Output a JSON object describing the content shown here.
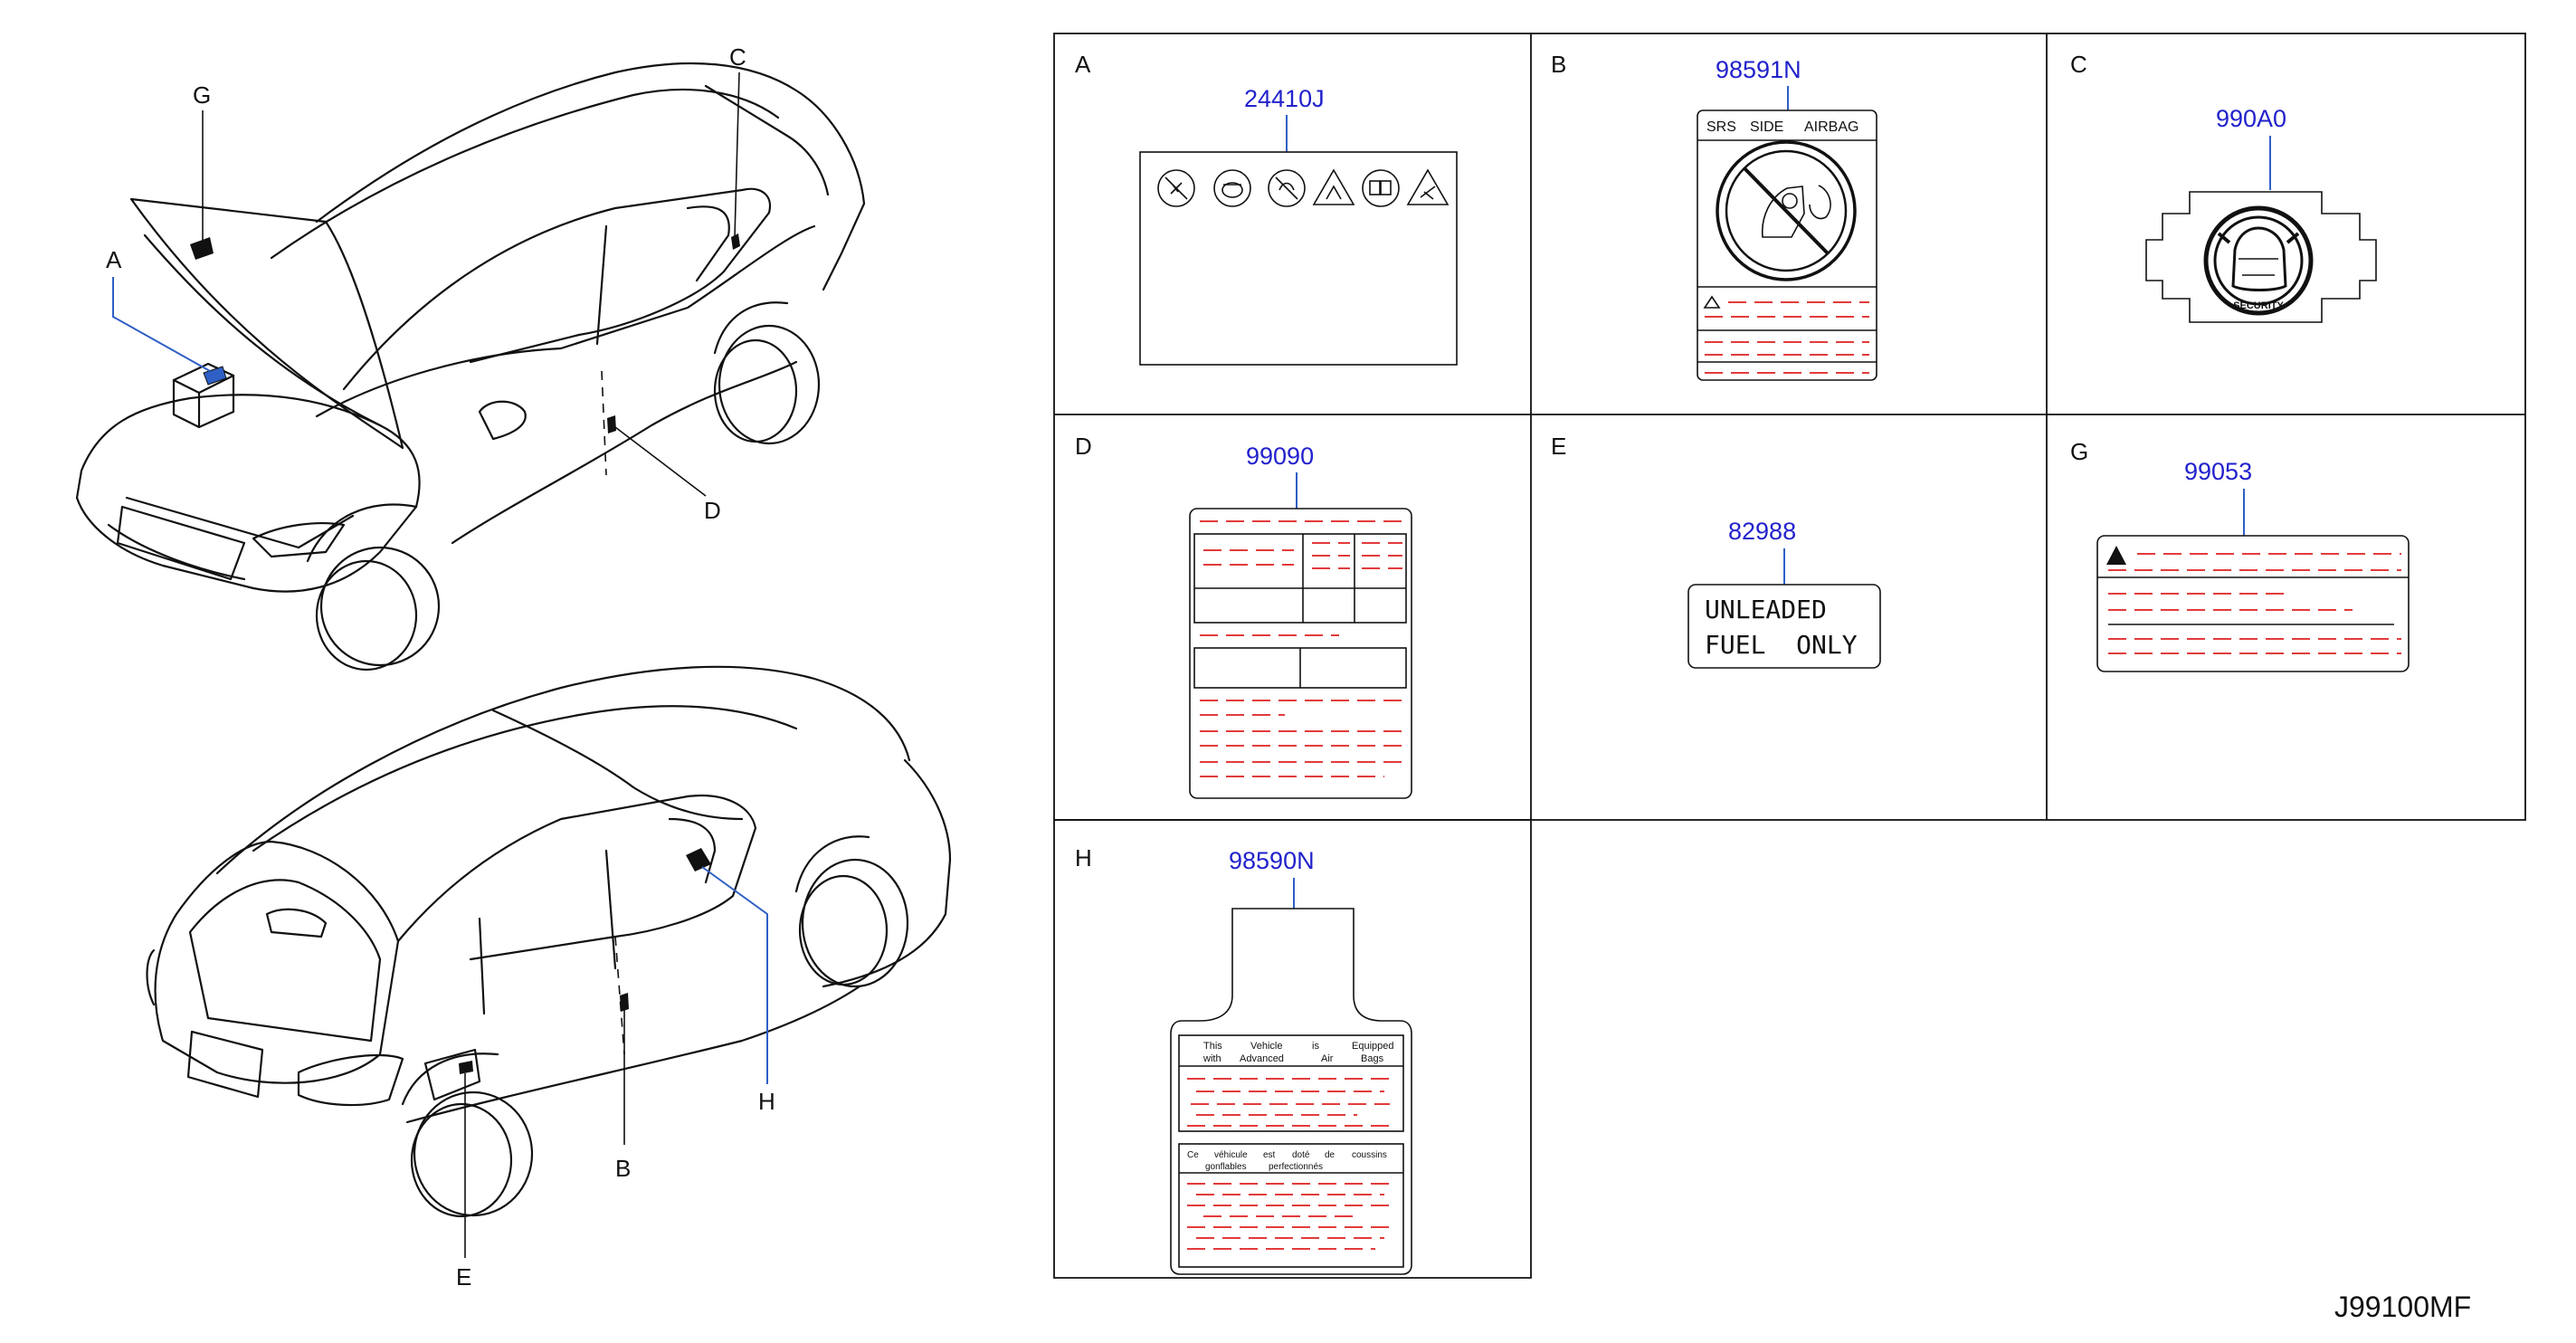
{
  "callouts": {
    "A": "A",
    "B": "B",
    "C": "C",
    "D": "D",
    "E": "E",
    "G": "G",
    "H": "H"
  },
  "panels": [
    {
      "letter": "A",
      "part_number": "24410J"
    },
    {
      "letter": "B",
      "part_number": "98591N"
    },
    {
      "letter": "C",
      "part_number": "990A0"
    },
    {
      "letter": "D",
      "part_number": "99090"
    },
    {
      "letter": "E",
      "part_number": "82988"
    },
    {
      "letter": "G",
      "part_number": "99053"
    },
    {
      "letter": "H",
      "part_number": "98590N"
    }
  ],
  "label_b": {
    "words": [
      "SRS",
      "SIDE",
      "AIRBAG"
    ]
  },
  "label_c": {
    "text": "SECURITY"
  },
  "label_e": {
    "line1": "UNLEADED",
    "line2": "FUEL  ONLY"
  },
  "label_h": {
    "en_line1": [
      "This",
      "Vehicle",
      "is",
      "Equipped"
    ],
    "en_line2": [
      "with",
      "Advanced",
      "Air",
      "Bags"
    ],
    "fr_line1": [
      "Ce",
      "véhicule",
      "est",
      "doté",
      "de",
      "coussins"
    ],
    "fr_line2": [
      "gonflables",
      "perfectionnés"
    ]
  },
  "diagram_code": "J99100MF",
  "colors": {
    "part_number": "#2222cc",
    "leader": "#2f5fc4",
    "placeholder_text": "#e23b3b"
  }
}
